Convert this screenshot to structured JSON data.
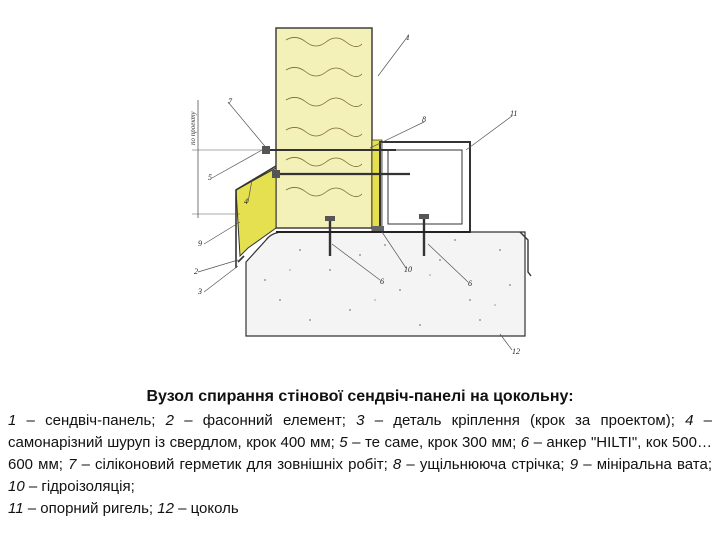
{
  "diagram": {
    "callouts": [
      {
        "id": "c1",
        "text": "1"
      },
      {
        "id": "c7",
        "text": "7"
      },
      {
        "id": "c8",
        "text": "8"
      },
      {
        "id": "c11",
        "text": "11"
      },
      {
        "id": "c5",
        "text": "5"
      },
      {
        "id": "c4",
        "text": "4"
      },
      {
        "id": "c9",
        "text": "9"
      },
      {
        "id": "c2",
        "text": "2"
      },
      {
        "id": "c3",
        "text": "3"
      },
      {
        "id": "c6a",
        "text": "6"
      },
      {
        "id": "c10",
        "text": "10"
      },
      {
        "id": "c6b",
        "text": "6"
      },
      {
        "id": "c12",
        "text": "12"
      }
    ],
    "dimension_label": "по проекту"
  },
  "caption": {
    "title": "Вузол спирання стінової сендвіч-панелі на цокольну:",
    "items": [
      {
        "n": "1",
        "text": " – сендвіч-панель; "
      },
      {
        "n": "2",
        "text": " – фасонний елемент; "
      },
      {
        "n": "3",
        "text": " – деталь кріплення (крок за проектом); "
      },
      {
        "n": "4",
        "text": " – самонарізний шуруп із свердлом, крок 400 мм; "
      },
      {
        "n": "5",
        "text": " – те саме, крок 300 мм; "
      },
      {
        "n": "6",
        "text": " – анкер \"HILTI\", кок 500…600 мм; "
      },
      {
        "n": "7",
        "text": " – сіліконовий герметик для зовнішніх робіт; "
      },
      {
        "n": "8",
        "text": " – ущільнююча стрічка; "
      },
      {
        "n": "9",
        "text": " – мінiральна вата; "
      },
      {
        "n": "10",
        "text": " – гідроізоляція;"
      },
      {
        "n": "11",
        "text": " – опорний ригель; "
      },
      {
        "n": "12",
        "text": " – цоколь"
      }
    ]
  },
  "colors": {
    "panel_core": "#f3f0b8",
    "mineral_wool": "#e5e050",
    "concrete": "#f4f4f4",
    "line": "#333333"
  }
}
